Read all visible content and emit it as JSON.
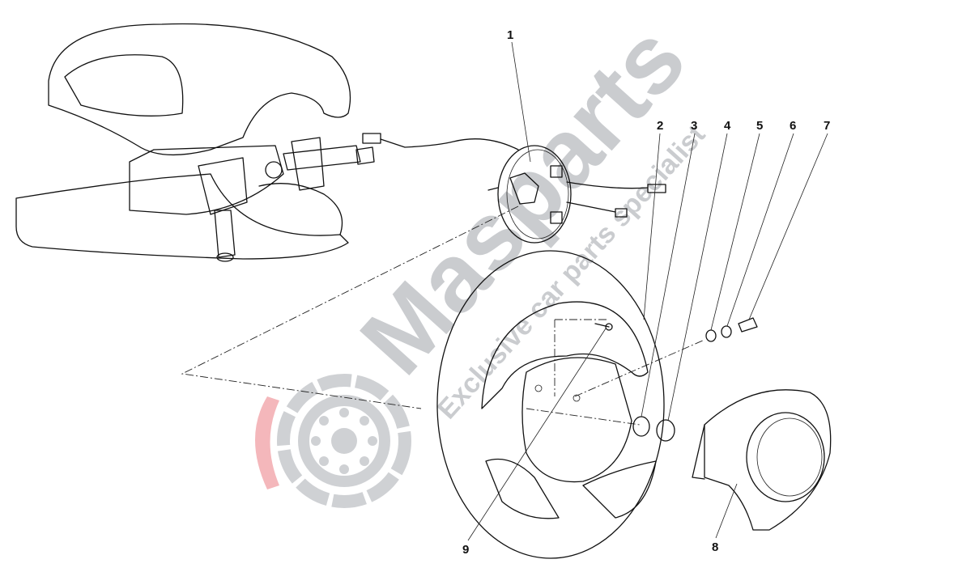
{
  "callouts": [
    "1",
    "2",
    "3",
    "4",
    "5",
    "6",
    "7",
    "8",
    "9"
  ],
  "watermark": {
    "brand": "Masparts",
    "tagline": "Exclusive car parts specialist",
    "colors": {
      "gray": "#b9bcc0",
      "red": "#f2a6ab"
    }
  }
}
